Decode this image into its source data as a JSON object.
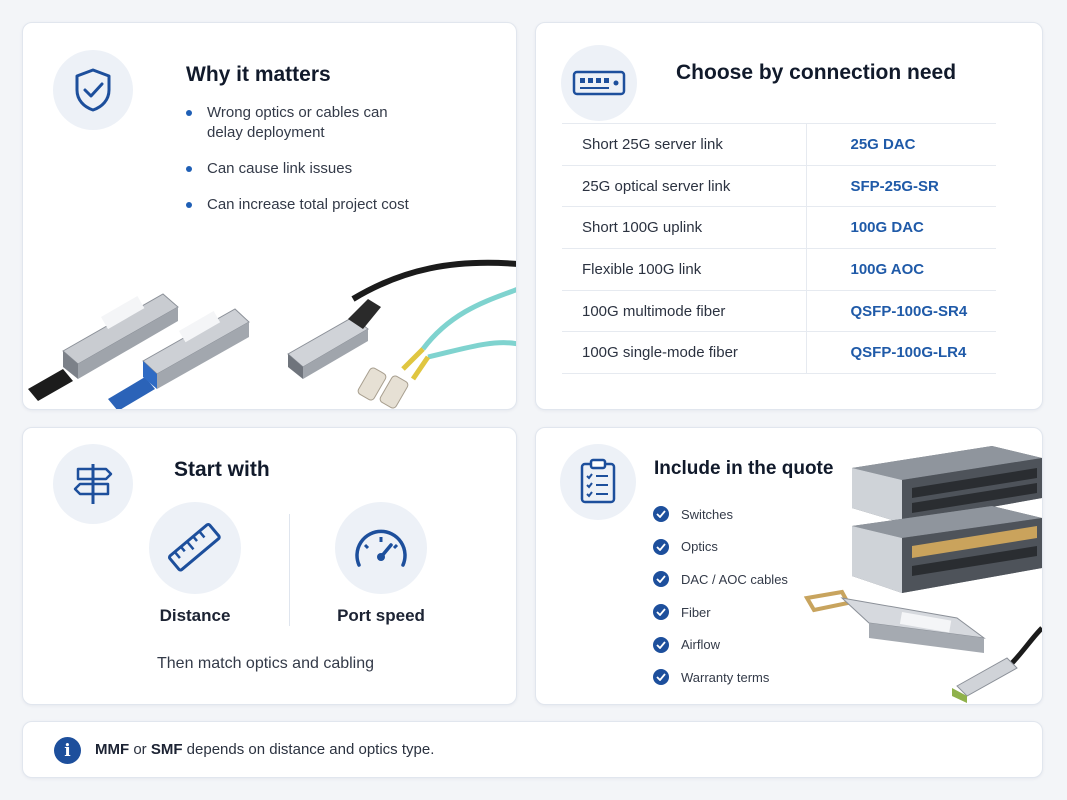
{
  "why": {
    "title": "Why it matters",
    "icon": "shield-check-icon",
    "bullets": [
      "Wrong optics or cables can delay deployment",
      "Can cause link issues",
      "Can increase total project cost"
    ]
  },
  "choose": {
    "title": "Choose by connection need",
    "icon": "network-switch-icon",
    "rows": [
      {
        "need": "Short 25G server link",
        "choice": "25G DAC"
      },
      {
        "need": "25G optical server link",
        "choice": "SFP-25G-SR"
      },
      {
        "need": "Short 100G uplink",
        "choice": "100G DAC"
      },
      {
        "need": "Flexible 100G link",
        "choice": "100G AOC"
      },
      {
        "need": "100G multimode fiber",
        "choice": "QSFP-100G-SR4"
      },
      {
        "need": "100G single-mode fiber",
        "choice": "QSFP-100G-LR4"
      }
    ]
  },
  "start": {
    "title": "Start with",
    "icon": "signpost-icon",
    "metrics": [
      {
        "label": "Distance",
        "icon": "ruler-icon"
      },
      {
        "label": "Port speed",
        "icon": "speedometer-icon"
      }
    ],
    "then": "Then match optics and cabling"
  },
  "quote": {
    "title": "Include in the quote",
    "icon": "clipboard-checklist-icon",
    "items": [
      "Switches",
      "Optics",
      "DAC / AOC cables",
      "Fiber",
      "Airflow",
      "Warranty terms"
    ]
  },
  "note": {
    "icon": "info-icon",
    "lead_1": "MMF",
    "mid": " or ",
    "lead_2": "SMF",
    "rest": " depends on distance and optics type."
  },
  "colors": {
    "accent": "#1d4f9c",
    "link": "#1f5aa8",
    "aqua_fiber": "#7fd3cf"
  }
}
